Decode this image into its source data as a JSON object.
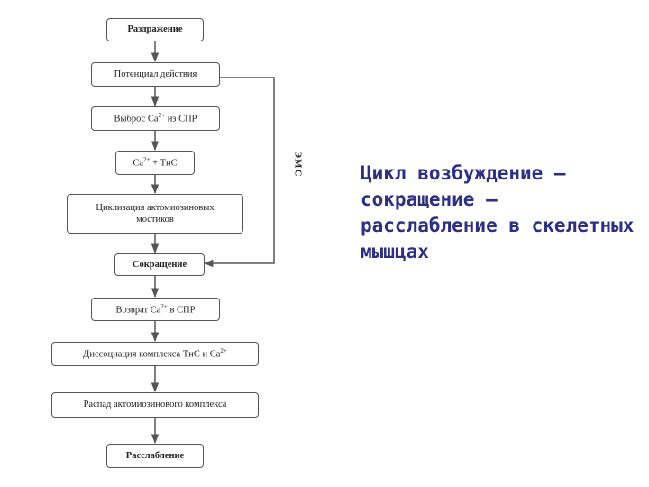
{
  "flowchart": {
    "nodes": [
      {
        "id": "stimulus",
        "label": "Раздражение"
      },
      {
        "id": "action_potential",
        "label": "Потенциал действия"
      },
      {
        "id": "ca_release",
        "label": "Выброс Ca",
        "sup": "2+",
        "suffix": " из СПР"
      },
      {
        "id": "ca_tnc",
        "label": "Ca",
        "sup": "2+",
        "suffix": " + ТнС"
      },
      {
        "id": "cycling",
        "label": "Циклизация актомиозиновых мостиков"
      },
      {
        "id": "contraction",
        "label": "Сокращение"
      },
      {
        "id": "ca_return",
        "label": "Возврат Ca",
        "sup": "2+",
        "suffix": " в СПР"
      },
      {
        "id": "dissociation",
        "label": "Диссоциация комплекса ТнС и Ca",
        "sup": "2+",
        "suffix": ""
      },
      {
        "id": "breakdown",
        "label": "Распад актомиозинового комплекса"
      },
      {
        "id": "relaxation",
        "label": "Расслабление"
      }
    ],
    "feedback_label": "ЭМС"
  },
  "title": "Цикл возбуждение – сокращение – расслабление в скелетных мышцах",
  "colors": {
    "title": "#2d2f86",
    "lines": "#555555"
  }
}
